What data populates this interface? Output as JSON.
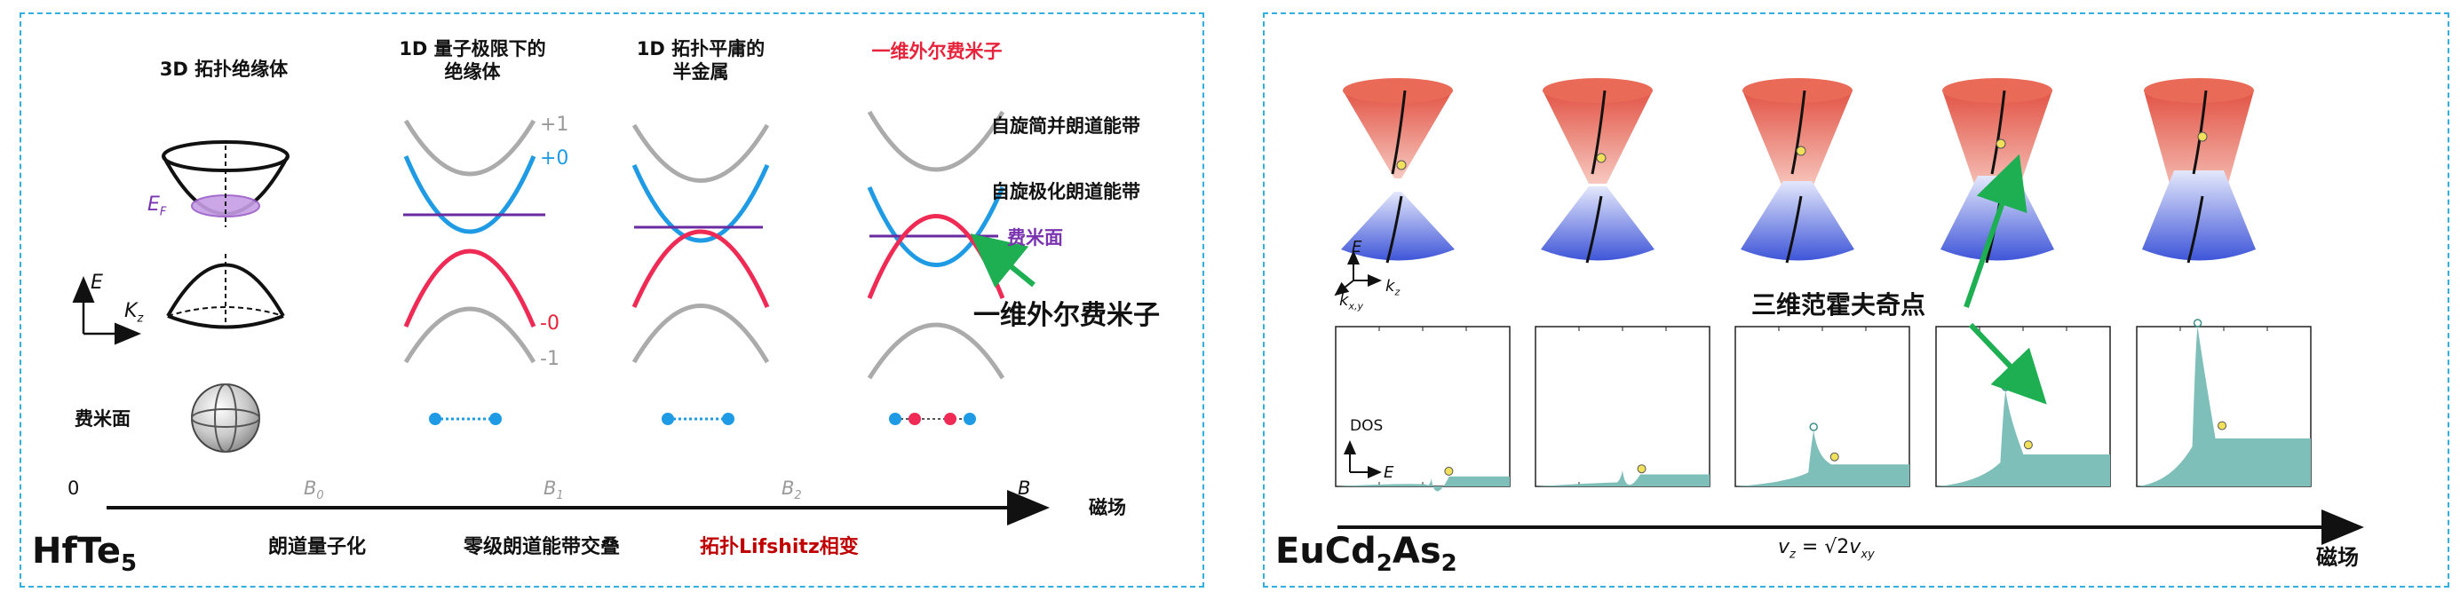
{
  "left_panel": {
    "material_main": "HfTe",
    "material_sub": "5",
    "columns": [
      {
        "title": "3D 拓扑绝缘体",
        "color": "#111111"
      },
      {
        "title": "1D 量子极限下的\n绝缘体",
        "color": "#111111"
      },
      {
        "title": "1D 拓扑平庸的\n半金属",
        "color": "#111111"
      },
      {
        "title": "一维外尔费米子",
        "color": "#e8243c"
      }
    ],
    "ef_label": "E",
    "ef_sub": "F",
    "axis_e": "E",
    "axis_k": "K",
    "axis_k_sub": "z",
    "fermi_surface_label": "费米面",
    "levels": {
      "plus1": "+1",
      "plus0": "+0",
      "minus0": "-0",
      "minus1": "-1"
    },
    "band_labels": {
      "spin_degenerate": "自旋简并朗道能带",
      "spin_polarized": "自旋极化朗道能带",
      "fermi": "费米面",
      "weyl": "一维外尔费米子"
    },
    "field_axis": {
      "origin": "0",
      "ticks": [
        {
          "main": "B",
          "sub": "0"
        },
        {
          "main": "B",
          "sub": "1"
        },
        {
          "main": "B",
          "sub": "2"
        }
      ],
      "end": "B",
      "label": "磁场"
    },
    "regimes": [
      {
        "text": "朗道量子化",
        "color": "#111111"
      },
      {
        "text": "零级朗道能带交叠",
        "color": "#111111"
      },
      {
        "text": "拓扑Lifshitz相变",
        "color": "#c00000"
      }
    ],
    "colors": {
      "gray": "#ababab",
      "blue": "#1e9be4",
      "red": "#ee2a55",
      "purple": "#6a2aa0",
      "green": "#1daf52"
    }
  },
  "right_panel": {
    "material": {
      "parts": [
        [
          "EuCd",
          ""
        ],
        [
          "2",
          "sub"
        ],
        [
          "As",
          ""
        ],
        [
          "2",
          "sub"
        ]
      ]
    },
    "axis_e": "E",
    "axis_kxy": "k",
    "axis_kxy_sub": "x,y",
    "axis_kz": "k",
    "axis_kz_sub": "z",
    "annotation": "三维范霍夫奇点",
    "dos_label": "DOS",
    "dos_e": "E",
    "formula": {
      "lhs": "v",
      "lhs_sub": "z",
      "eq": " = √2",
      "rhs": "v",
      "rhs_sub": "xy"
    },
    "field_label": "磁场",
    "colors": {
      "teal": "#7fbfba",
      "cone_red": "#e0493a",
      "cone_blue": "#3e55d8",
      "marker": "#f0e05a",
      "green": "#1daf52"
    }
  }
}
